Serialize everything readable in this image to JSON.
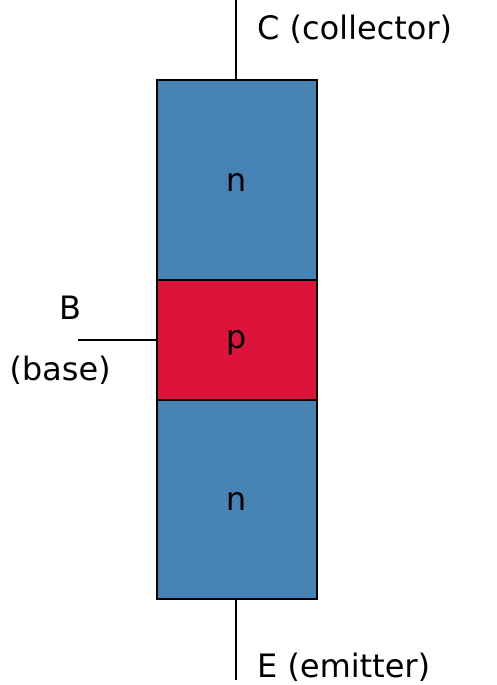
{
  "diagram": {
    "type": "npn-transistor-structure",
    "layers": [
      {
        "label": "n",
        "region": "collector",
        "color": "#4682B4"
      },
      {
        "label": "p",
        "region": "base",
        "color": "#DC143C"
      },
      {
        "label": "n",
        "region": "emitter",
        "color": "#4682B4"
      }
    ],
    "terminals": {
      "collector": "C (collector)",
      "base_letter": "B",
      "base_name": "(base)",
      "emitter": "E (emitter)"
    },
    "colors": {
      "n_type": "#4682B4",
      "p_type": "#DC143C",
      "outline": "#000000"
    }
  }
}
